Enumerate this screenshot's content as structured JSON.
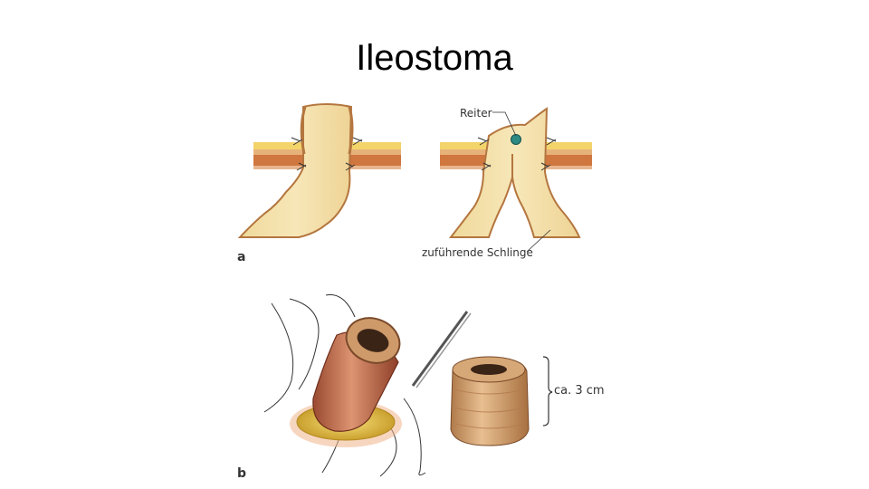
{
  "title": "Ileostoma",
  "labels": {
    "panel_a": "a",
    "panel_b": "b",
    "reiter": "Reiter",
    "zufuehrende": "zuführende Schlinge",
    "size": "ca. 3 cm"
  },
  "colors": {
    "bowel": "#f1dfa6",
    "bowel_edge": "#b4763f",
    "fat": "#f2cf57",
    "muscle": "#d98a4e",
    "skin": "#e9b07a",
    "reiter_dot": "#2d8a83"
  }
}
